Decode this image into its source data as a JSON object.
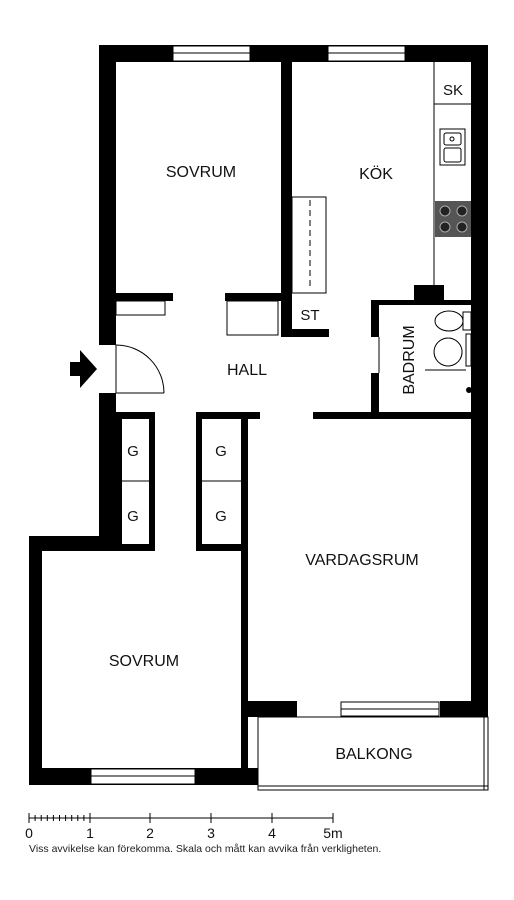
{
  "rooms": {
    "bedroom_top": "SOVRUM",
    "kitchen": "KÖK",
    "hall": "HALL",
    "bathroom": "BADRUM",
    "living": "VARDAGSRUM",
    "bedroom_bottom": "SOVRUM",
    "balcony": "BALKONG"
  },
  "fixtures": {
    "sk": "SK",
    "st": "ST",
    "g1": "G",
    "g2": "G",
    "g3": "G",
    "g4": "G"
  },
  "scale": {
    "ticks": [
      "0",
      "1",
      "2",
      "3",
      "4",
      "5m"
    ]
  },
  "disclaimer": "Viss avvikelse kan förekomma. Skala och mått kan avvika från verkligheten.",
  "colors": {
    "wall": "#000000",
    "background": "#ffffff"
  },
  "icons": {
    "entrance": "entrance-arrow-icon"
  }
}
